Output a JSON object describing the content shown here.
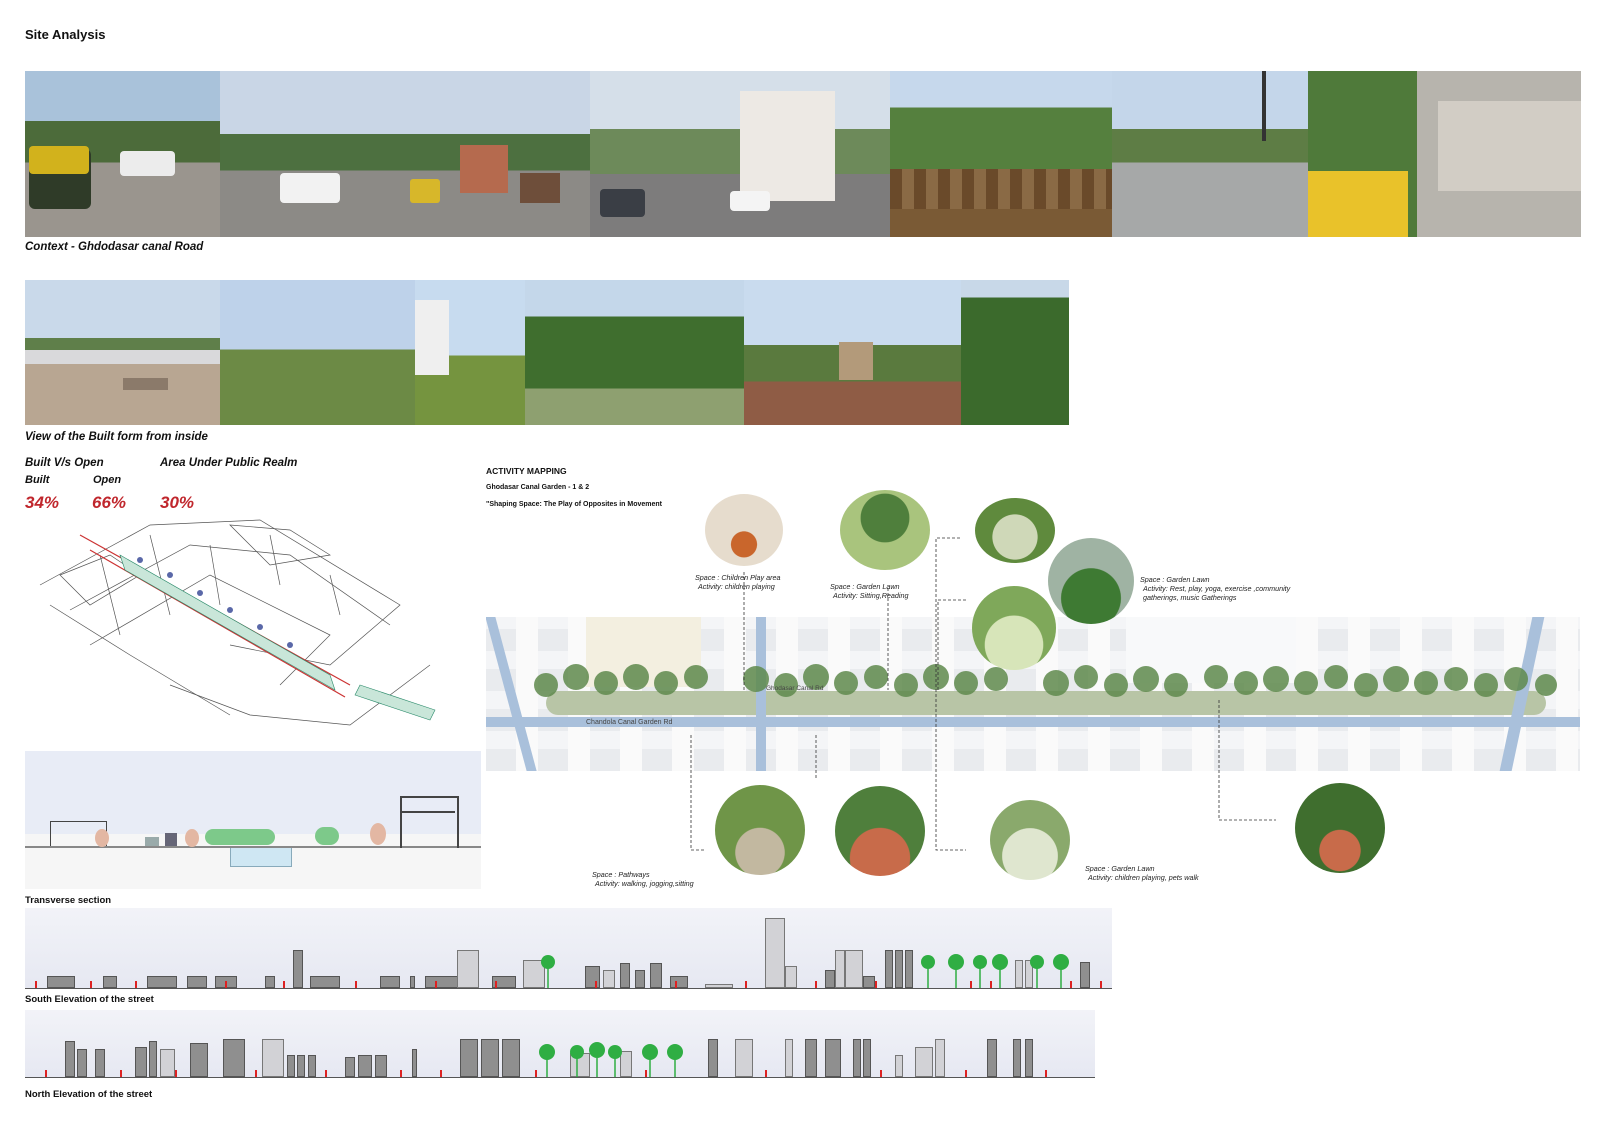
{
  "page": {
    "title": "Site Analysis"
  },
  "captions": {
    "context": "Context - Ghdodasar canal Road",
    "built_form": "View of the Built form from inside",
    "transverse": "Transverse section",
    "south": "South Elevation of the street",
    "north": "North Elevation of the street"
  },
  "stats": {
    "built_vs_open_label": "Built V/s Open",
    "built_label": "Built",
    "open_label": "Open",
    "public_realm_label": "Area Under Public Realm",
    "built_value": "34%",
    "open_value": "66%",
    "public_value": "30%"
  },
  "activity": {
    "heading": "ACTIVITY MAPPING",
    "subheading": "Ghodasar Canal Garden - 1 & 2",
    "quote": "\"Shaping Space: The Play of Opposites in Movement",
    "notes": [
      {
        "space": "Space : Children Play area",
        "activity": "Activity: children playing"
      },
      {
        "space": "Space : Garden Lawn",
        "activity": "Activity: Sitting,Reading"
      },
      {
        "space": "Space : Garden Lawn",
        "activity": "Activity: Rest, play, yoga, exercise ,community gatherings, music Gatherings"
      },
      {
        "space": "Space : Pathways",
        "activity": "Activity: walking, jogging,sitting"
      },
      {
        "space": "Space : Garden Lawn",
        "activity": "Activity: children playing, pets walk"
      }
    ],
    "map_labels": [
      "Chandola Canal Garden Rd",
      "Ghodasar Canal Rd"
    ]
  },
  "colors": {
    "accent_red": "#c0272d",
    "sky": "#e9eef6",
    "grass": "#7c9a52",
    "tree": "#4f7f3c",
    "tree_green": "#2fae43",
    "building": "#8f8f8f"
  }
}
